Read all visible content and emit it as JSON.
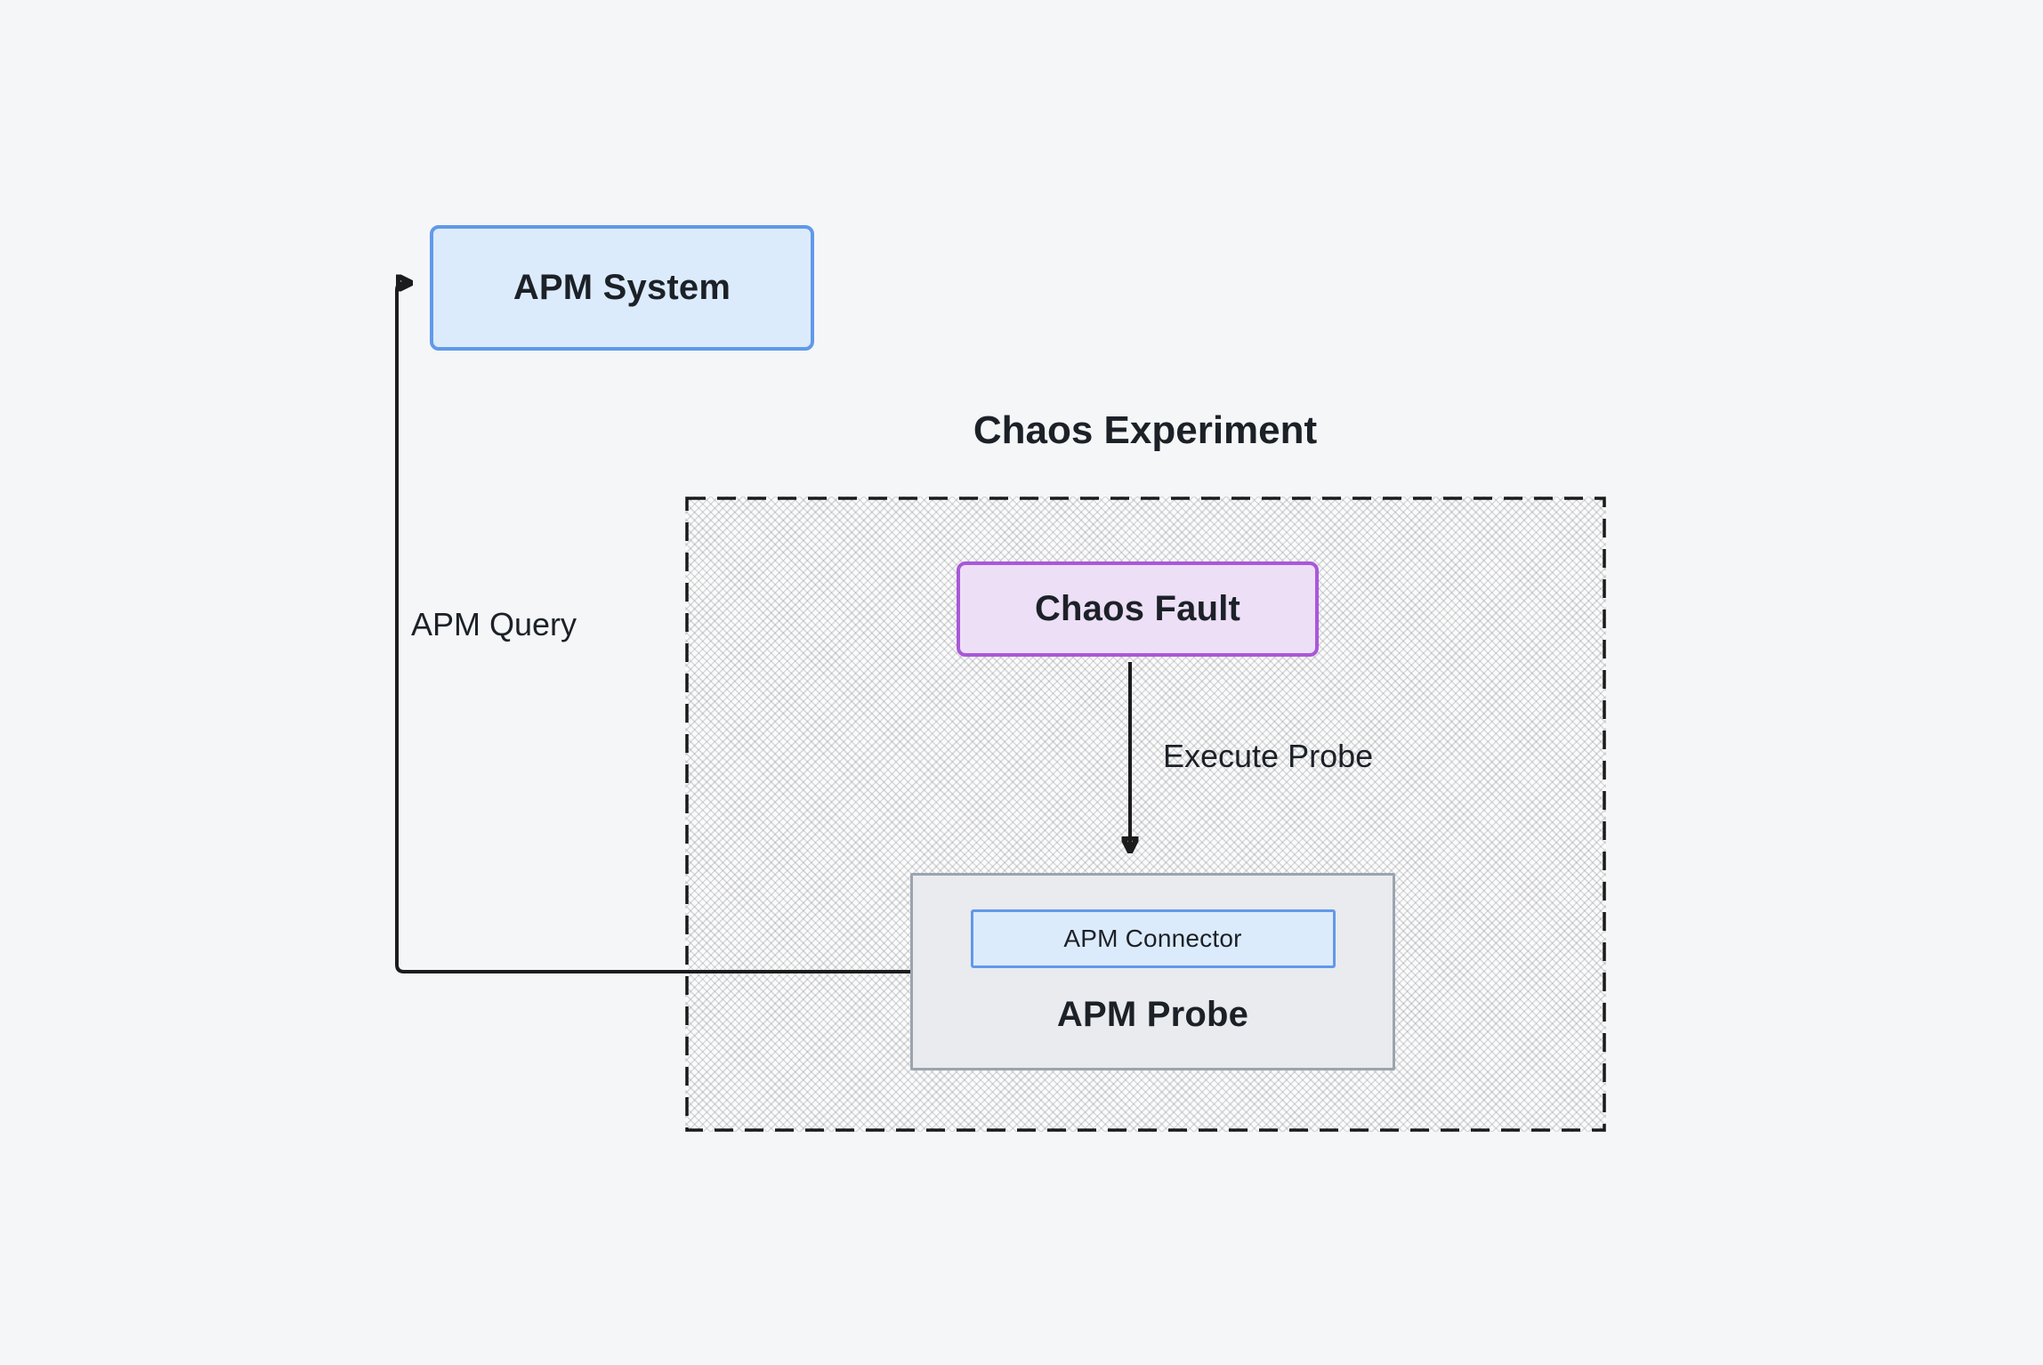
{
  "diagram": {
    "container_title": "Chaos Experiment",
    "nodes": {
      "apm_system": {
        "label": "APM System"
      },
      "chaos_fault": {
        "label": "Chaos Fault"
      },
      "apm_probe": {
        "label": "APM Probe"
      },
      "apm_connector": {
        "label": "APM Connector"
      }
    },
    "edges": {
      "execute_probe": {
        "label": "Execute Probe",
        "from": "chaos_fault",
        "to": "apm_probe"
      },
      "apm_query": {
        "label": "APM Query",
        "from": "apm_connector",
        "to": "apm_system"
      }
    }
  },
  "colors": {
    "canvas-bg": "#f4f6f8",
    "node-blue-bg": "#dcebfc",
    "node-blue-border": "#6199ea",
    "node-purple-bg": "#ecdff6",
    "node-purple-border": "#a958d8",
    "probe-bg": "#e9ebee",
    "probe-border": "#9ba4af",
    "line": "#1c1c1c",
    "dash": "#1a1a1a",
    "text": "#1c2128"
  }
}
